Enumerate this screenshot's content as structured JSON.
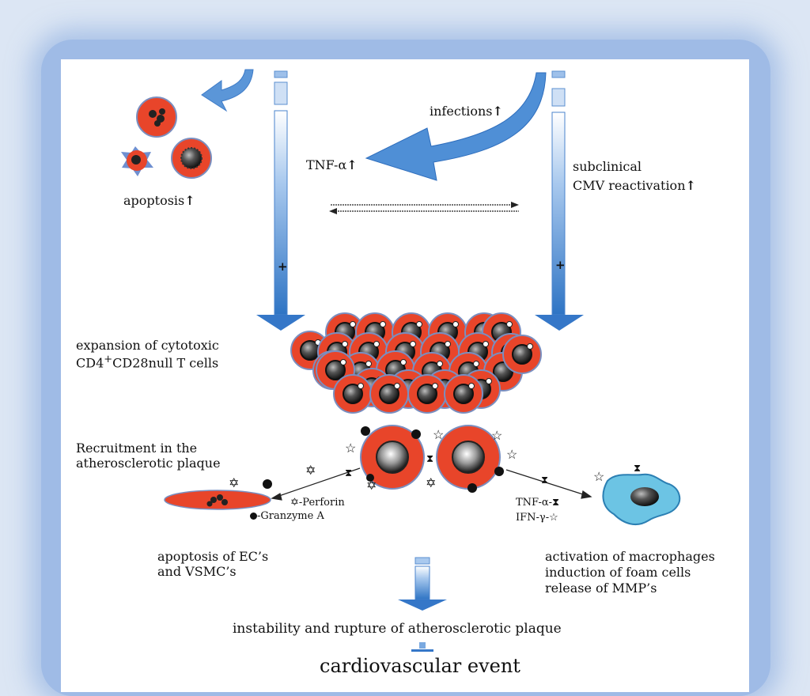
{
  "labels": {
    "apoptosis": "apoptosis",
    "infections": "infections",
    "tnf_alpha_top": "TNF-α",
    "subclinical": "subclinical",
    "cmv_reactivation": "CMV reactivation",
    "expansion_line1": "expansion of  cytotoxic",
    "expansion_line2_a": "CD4",
    "expansion_line2_sup": "+",
    "expansion_line2_b": "CD28null T cells",
    "recruitment_line1": "Recruitment in the",
    "recruitment_line2": "atherosclerotic plaque",
    "perforin": "-Perforin",
    "granzyme": "-Granzyme A",
    "tnf_alpha_legend": "TNF-α-",
    "ifn_gamma_legend": "IFN-γ-",
    "apoptosis_ec_line1": "apoptosis of EC’s",
    "apoptosis_ec_line2": "and VSMC’s",
    "macrophage_line1": "activation of macrophages",
    "macrophage_line2": "induction of foam cells",
    "macrophage_line3": "release of MMP’s",
    "instability": "instability and rupture of atherosclerotic plaque",
    "cardiovascular_event": "cardiovascular event",
    "plus_sign": "+",
    "increase_arrow": "↑",
    "star_glyph": "☆",
    "sun_glyph": "✡",
    "hourglass_glyph": "⧗"
  },
  "colors": {
    "cell_red": "#e8452a",
    "nucleus_dark": "#222222",
    "arrow_blue": "#3f84cf",
    "arrow_light": "#cde0f5",
    "macrophage": "#6cc4e4",
    "frame": "#9fbbe6"
  }
}
